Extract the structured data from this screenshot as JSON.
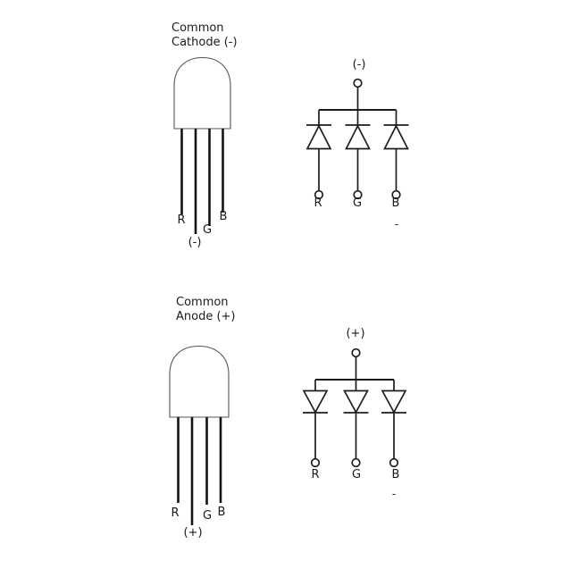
{
  "diagram": {
    "background_color": "#ffffff",
    "ink_color": "#1d1d1d",
    "top": {
      "heading_line1": "Common",
      "heading_line2": "Cathode (-)",
      "package_pins": {
        "red": "R",
        "green": "G",
        "blue": "B",
        "common": "(-)"
      },
      "schematic": {
        "common_terminal": "(-)",
        "red": "R",
        "green": "G",
        "blue": "B"
      },
      "stray_mark": "-"
    },
    "bottom": {
      "heading_line1": "Common",
      "heading_line2": "Anode (+)",
      "package_pins": {
        "red": "R",
        "green": "G",
        "blue": "B",
        "common": "(+)"
      },
      "schematic": {
        "common_terminal": "(+)",
        "red": "R",
        "green": "G",
        "blue": "B"
      },
      "stray_mark": "-"
    }
  }
}
